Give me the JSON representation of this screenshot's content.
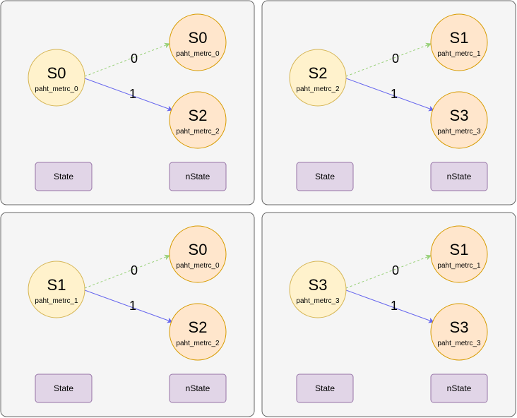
{
  "panels": [
    {
      "state": {
        "name": "S0",
        "metric": "paht_metrc_0"
      },
      "next0": {
        "name": "S0",
        "metric": "paht_metrc_0"
      },
      "next1": {
        "name": "S2",
        "metric": "paht_metrc_2"
      },
      "edge0_label": "0",
      "edge1_label": "1",
      "state_box_label": "State",
      "nstate_box_label": "nState"
    },
    {
      "state": {
        "name": "S2",
        "metric": "paht_metrc_2"
      },
      "next0": {
        "name": "S1",
        "metric": "paht_metrc_1"
      },
      "next1": {
        "name": "S3",
        "metric": "paht_metrc_3"
      },
      "edge0_label": "0",
      "edge1_label": "1",
      "state_box_label": "State",
      "nstate_box_label": "nState"
    },
    {
      "state": {
        "name": "S1",
        "metric": "paht_metrc_1"
      },
      "next0": {
        "name": "S0",
        "metric": "paht_metrc_0"
      },
      "next1": {
        "name": "S2",
        "metric": "paht_metrc_2"
      },
      "edge0_label": "0",
      "edge1_label": "1",
      "state_box_label": "State",
      "nstate_box_label": "nState"
    },
    {
      "state": {
        "name": "S3",
        "metric": "paht_metrc_3"
      },
      "next0": {
        "name": "S1",
        "metric": "paht_metrc_1"
      },
      "next1": {
        "name": "S3",
        "metric": "paht_metrc_3"
      },
      "edge0_label": "0",
      "edge1_label": "1",
      "state_box_label": "State",
      "nstate_box_label": "nState"
    }
  ],
  "colors": {
    "edge0": "#97d077",
    "edge1": "#6666ee"
  }
}
